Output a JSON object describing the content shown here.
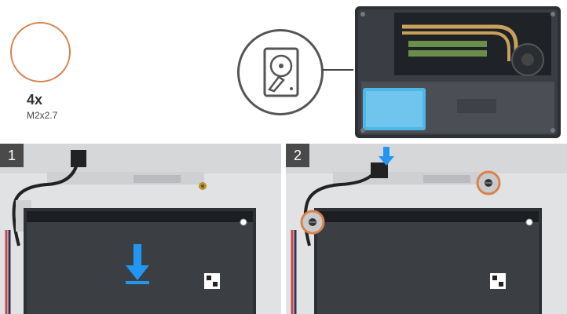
{
  "legend": {
    "quantity": "4x",
    "screw_size": "M2x2.7",
    "screw_color": "#d9824e"
  },
  "icons": {
    "component": "hard-drive-icon"
  },
  "steps": [
    {
      "number": "1"
    },
    {
      "number": "2"
    }
  ],
  "colors": {
    "arrow": "#2196f3",
    "callout": "#d9824e",
    "hdd_highlight": "#4fb6e8"
  }
}
